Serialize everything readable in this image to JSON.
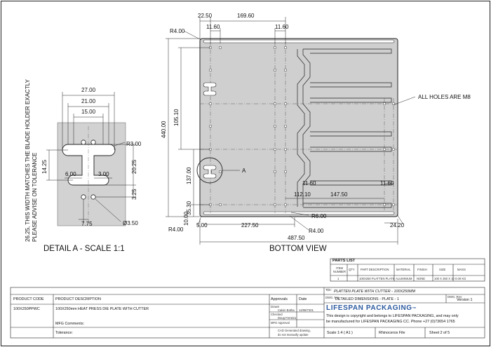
{
  "drawing": {
    "bottom_view": {
      "title": "BOTTOM VIEW",
      "note_holes": "ALL HOLES ARE M8",
      "detail_marker": "A",
      "dims": {
        "d_22_50": "22.50",
        "d_169_60": "169.60",
        "d_11_60_a": "11.60",
        "d_11_60_b": "11.60",
        "d_11_60_c": "11.60",
        "d_11_60_d": "11.60",
        "r_4_00_top": "R4.00",
        "r_4_00_bl": "R4.00",
        "r_4_00_br": "R4.00",
        "r_6_00": "R6.00",
        "d_440_00": "440.00",
        "d_105_10": "105.10",
        "d_137_00": "137.00",
        "d_35_30": "35.30",
        "d_10_00": "10.00",
        "d_5_00": "5.00",
        "d_227_50": "227.50",
        "d_487_50": "487.50",
        "d_24_20": "24.20",
        "d_112_10": "112.10",
        "d_147_50": "147.50"
      }
    },
    "detail_a": {
      "title": "DETAIL A - SCALE 1:1",
      "side_note_1": "26.25, THIS WIDTH MATCHES THE BLADE HOLDER EXACTLY",
      "side_note_2": "PLEASE ADVISE ON TOLERANCE",
      "dims": {
        "d_27_00": "27.00",
        "d_21_00": "21.00",
        "d_15_00": "15.00",
        "d_6_00": "6.00",
        "d_3_00": "3.00",
        "d_14_25": "14.25",
        "d_20_25": "20.25",
        "d_3_25": "3.25",
        "d_7_75": "7.75",
        "r_3_00": "R3.00",
        "dia_3_50": "Ø3.50"
      }
    }
  },
  "parts_list": {
    "title": "PARTS LIST",
    "headers": [
      "ITEM NUMBER",
      "QTY",
      "PART DESCRIPTION",
      "MATERIAL",
      "FINISH",
      "SIZE",
      "MASS"
    ],
    "row": [
      "1",
      "",
      "100X250 PLATTEN PLATE",
      "ALUMINIUM",
      "NONE",
      "100 X 250 X 10",
      "0.00 KG"
    ]
  },
  "title_block": {
    "title_label": "Title:",
    "title_value": "PLATTEN PLATE WITH CUTTER - 100X250MM",
    "dwg_no_label": "DWG. No:",
    "dwg_no_value": "DETAILED DIMENSIONS - PLATE - 1",
    "dwg_rev_label": "DWG. Rev:",
    "version": "Version 1",
    "brand": "LIFESPAN PACKAGING",
    "brand_tm": "™",
    "copyright_1": "This design is copyright and belongs to LIFESPAN PACKAGING, and may only",
    "copyright_2": "be manufactured for LIFESPAN PACKAGING CC. Phone +27 (0)73654 1765",
    "scale": "Scale 1:4 ( A1 )",
    "file": "Rhinoceros File",
    "sheet": "Sheet 2 of 5",
    "product_code_label": "PRODUCT CODE",
    "product_desc_label": "PRODUCT DESCRIPTION",
    "approvals_label": "Approvals",
    "date_label": "Date",
    "product_code": "100X250PPWC",
    "product_desc": "100X250mm HEAT PRESS DIE PLATE WITH CUTTER",
    "drawn_label": "Drawn",
    "drawn_by": "Calvin Botha",
    "drawn_date": "14/08/7201",
    "checked_label": "Checked",
    "checked_by": "Doug Ferreira",
    "mfg_approval_label": "MFG Approval",
    "mfg_comments_label": "MFG Comments:",
    "tolerance_label": "Tolerance:",
    "cad_note_1": "CAD Generated drawing,",
    "cad_note_2": "do not manually update"
  }
}
